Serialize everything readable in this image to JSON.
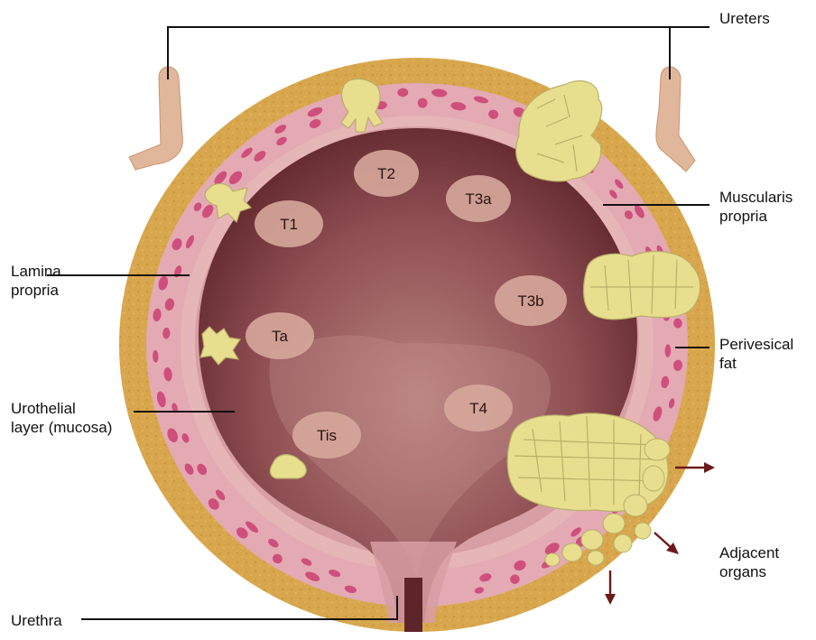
{
  "labels": {
    "ureters": "Ureters",
    "muscularis_line1": "Muscularis",
    "muscularis_line2": "propria",
    "lamina_line1": "Lamina",
    "lamina_line2": "propria",
    "perivesical_line1": "Perivesical",
    "perivesical_line2": "fat",
    "urothelial_line1": "Urothelial",
    "urothelial_line2": "layer (mucosa)",
    "adjacent_line1": "Adjacent",
    "adjacent_line2": "organs",
    "urethra": "Urethra"
  },
  "stages": {
    "t2": "T2",
    "t3a": "T3a",
    "t1": "T1",
    "t3b": "T3b",
    "ta": "Ta",
    "t4": "T4",
    "tis": "Tis"
  },
  "colors": {
    "fat": "#d7a64c",
    "muscle": "#e2a7b0",
    "muscle_dots": "#cf4f7c",
    "lamina": "#e7b9b7",
    "urothelium": "#d9a2a6",
    "lumen_center": "#b57a78",
    "lumen_edge": "#6f3237",
    "tumor": "#e8df8e",
    "tumor_edge": "#b8b06a",
    "stage_ellipse": "#d8a89c",
    "arrow": "#6b1a1a",
    "leader": "#111111"
  }
}
